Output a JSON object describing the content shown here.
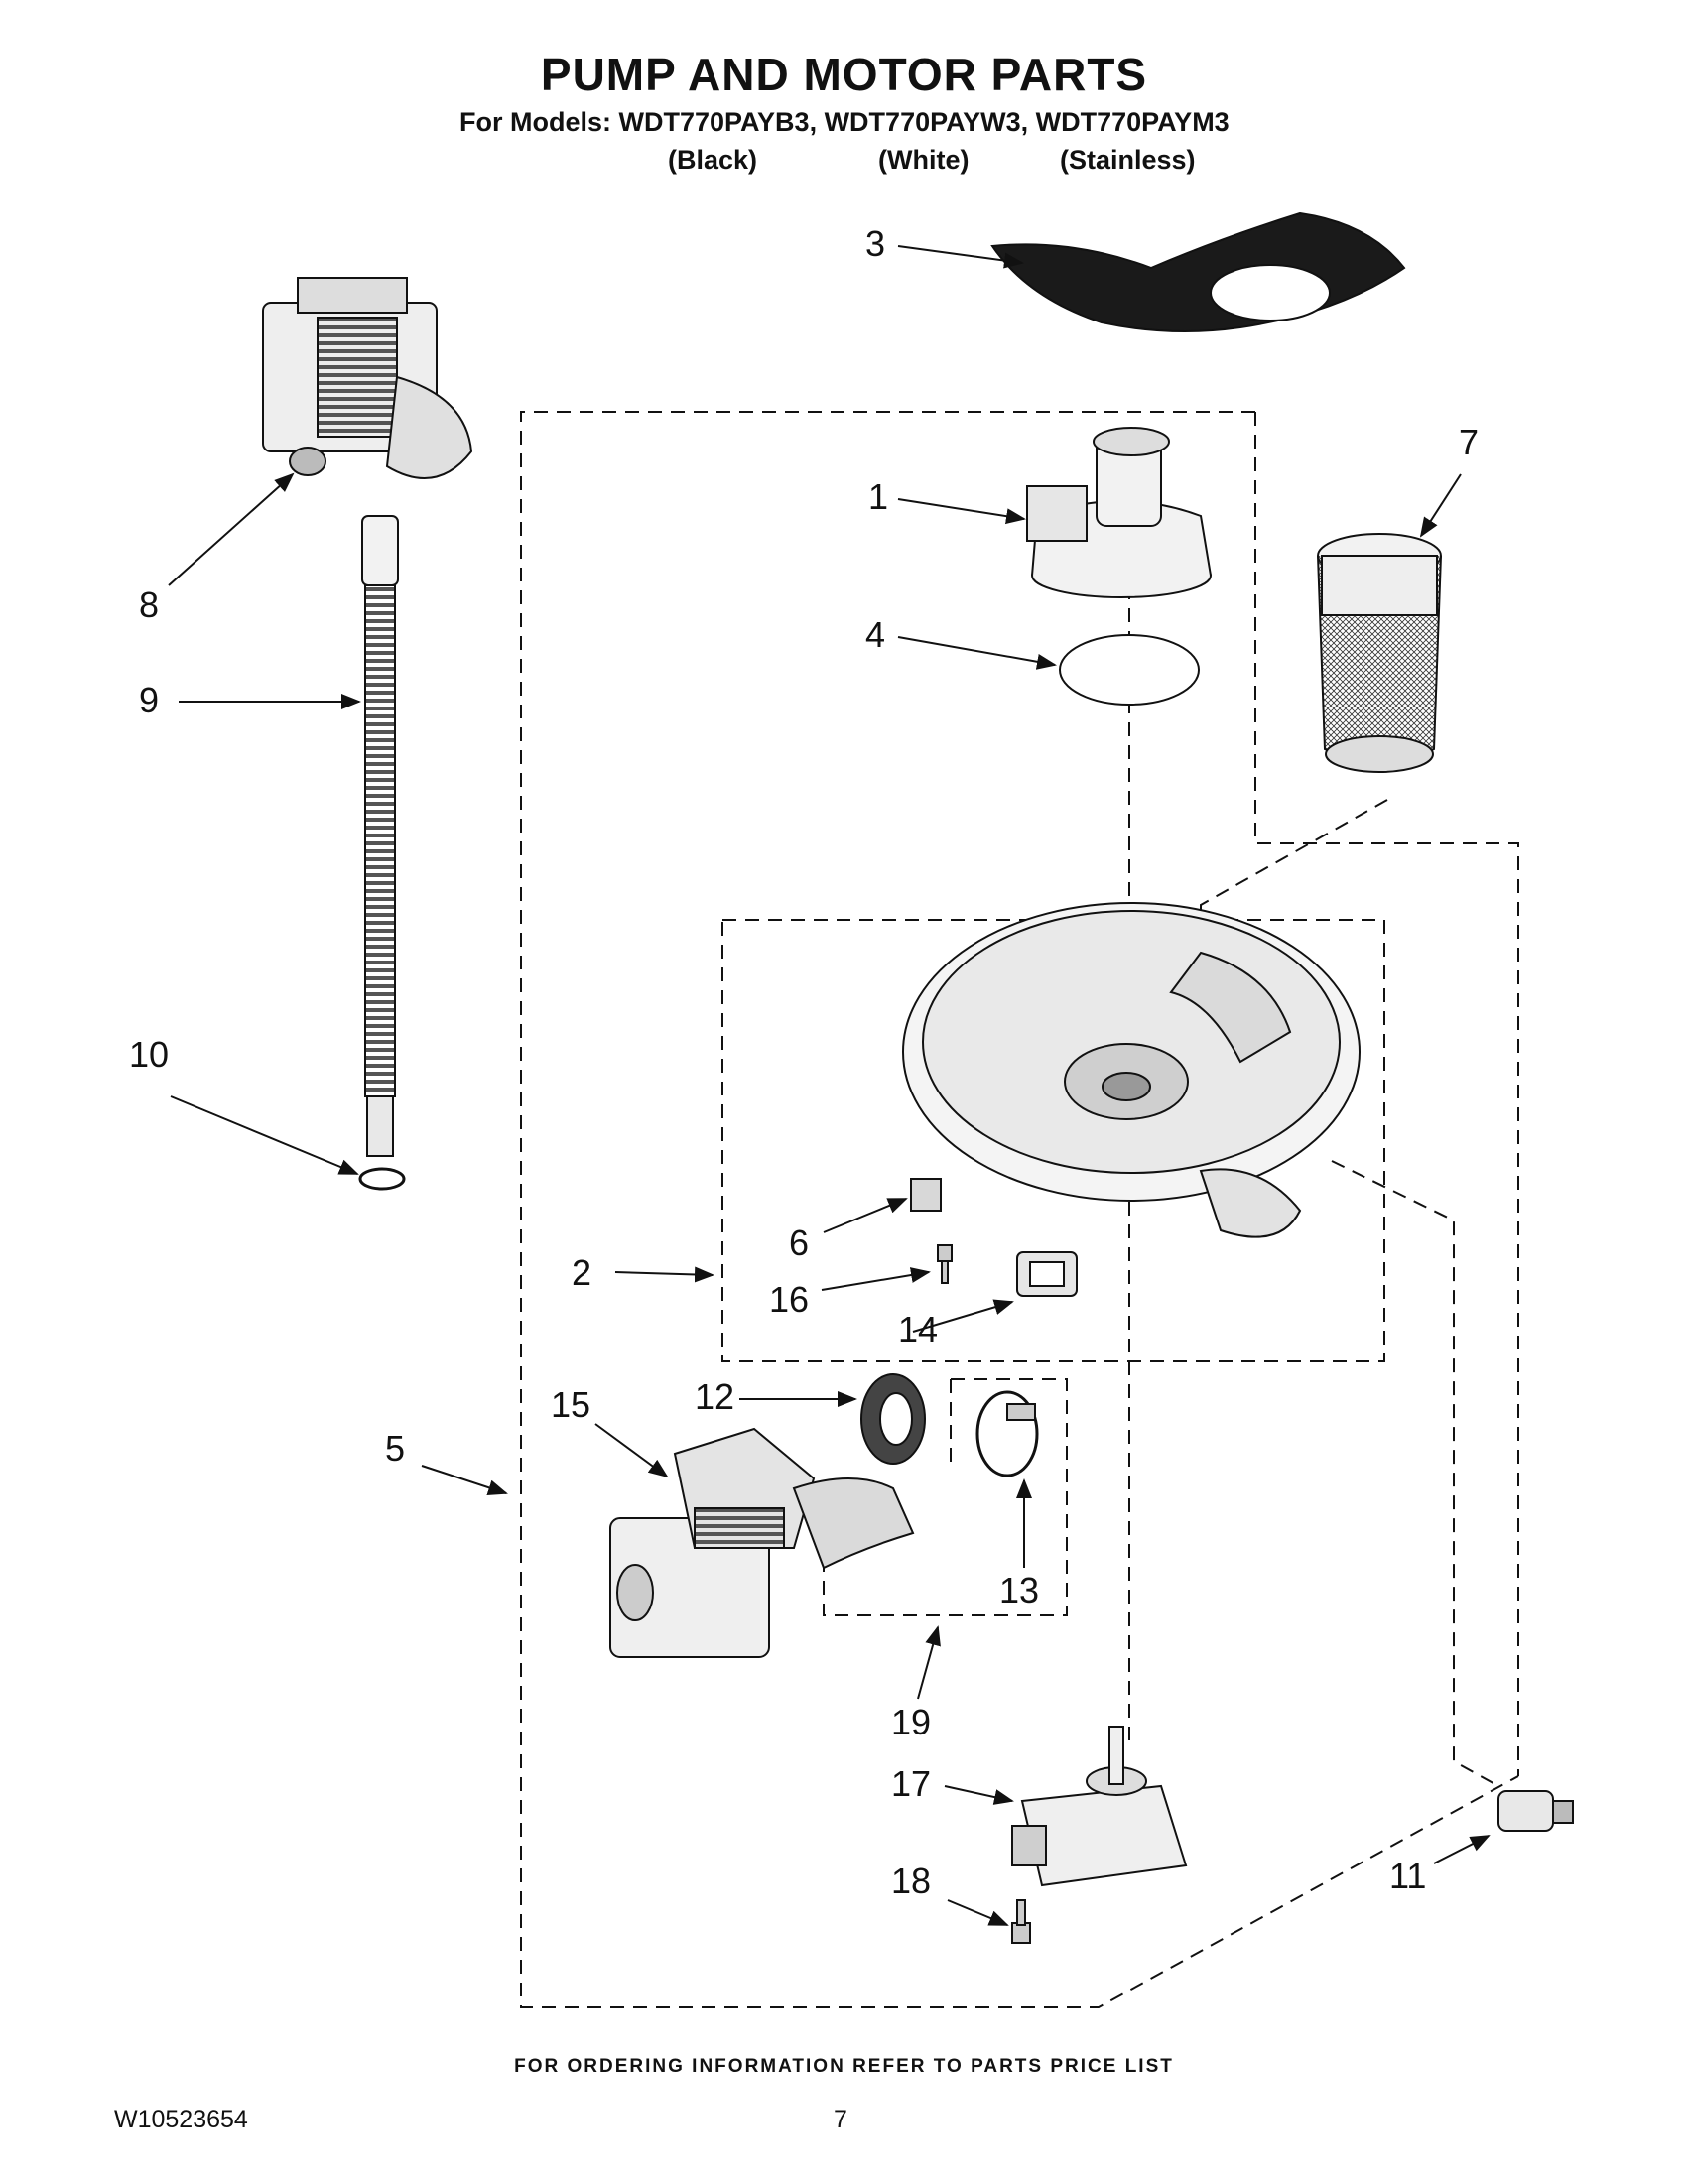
{
  "header": {
    "title": "PUMP AND MOTOR PARTS",
    "models": "For Models: WDT770PAYB3, WDT770PAYW3, WDT770PAYM3",
    "finishes": [
      "(Black)",
      "(White)",
      "(Stainless)"
    ]
  },
  "callouts": {
    "c1": "1",
    "c2": "2",
    "c3": "3",
    "c4": "4",
    "c5": "5",
    "c6": "6",
    "c7": "7",
    "c8": "8",
    "c9": "9",
    "c10": "10",
    "c11": "11",
    "c12": "12",
    "c13": "13",
    "c14": "14",
    "c15": "15",
    "c16": "16",
    "c17": "17",
    "c18": "18",
    "c19": "19"
  },
  "footer": {
    "ordering_note": "FOR ORDERING INFORMATION REFER TO PARTS PRICE LIST",
    "document_number": "W10523654",
    "page_number": "7"
  }
}
